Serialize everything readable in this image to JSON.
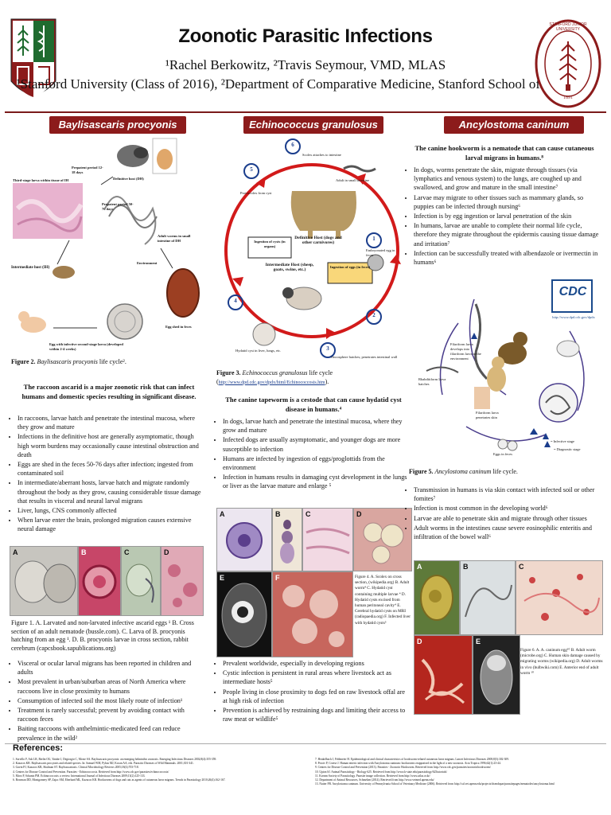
{
  "header": {
    "title": "Zoonotic Parasitic Infections",
    "authors": "¹Rachel Berkowitz, ²Travis Seymour, VMD, MLAS",
    "affiliations": "¹Stanford University (Class of 2016), ²Department of Comparative Medicine, Stanford School of Medicine",
    "right_seal_text": "STANFORD JUNIOR UNIVERSITY",
    "right_seal_year": "1891"
  },
  "col1": {
    "banner": "Baylisascaris procyonis",
    "diagram_labels": {
      "prepatent1": "Prepatent period 12-18 days",
      "definitive": "Definitive host (DH)",
      "prepatent2": "Prepatent period 50-76 days",
      "third_stage": "Third-stage larva within tissue of IH",
      "adult_worms": "Adult worms in small intestine of DH",
      "intermediate": "Intermediate host (IH)",
      "environment": "Environment",
      "egg_larva": "Egg with infective second-stage larva (developed within 2-4 weeks)",
      "egg_shed": "Egg shed in feces"
    },
    "fig2_caption_prefix": "Figure 2. ",
    "fig2_caption_italic": "Baylisascaris procyonis",
    "fig2_caption_rest": " life cycle².",
    "lead": "The raccoon ascarid is a major zoonotic risk that can infect humans and domestic species resulting in significant disease.",
    "bullets": [
      "In raccoons, larvae hatch and penetrate the intestinal mucosa, where they grow and mature",
      "Infections in the definitive host are generally asymptomatic, though high worm burdens may occasionally cause intestinal obstruction and death",
      "Eggs are shed in the feces 50-76 days after infection; ingested from contaminated soil",
      "In intermediate/aberrant hosts, larvae hatch and migrate randomly throughout the body as they grow, causing considerable tissue damage that results in visceral and neural larval migrans",
      "Liver, lungs, CNS commonly affected",
      "When larvae enter the brain, prolonged migration causes extensive neural damage"
    ],
    "fig1_labels": [
      "A",
      "B",
      "C",
      "D"
    ],
    "fig1_caption": "Figure 1. A. Larvated and non-larvated infective ascarid eggs ¹ B. Cross section of an adult nematode (bussle.com). C. Larva of B. procyonis hatching from an egg ¹. D. B. procyonis larvae in cross section, rabbit cerebrum (capcsbook.sapublications.org)",
    "bullets2": [
      "Visceral or ocular larval migrans has been reported in children and adults",
      "Most prevalent in urban/suburban areas of North America where raccoons live in close proximity to humans",
      "Consumption of infected soil the most likely route of infection¹",
      "Treatment is rarely successful; prevent by avoiding contact with raccoon feces",
      "Baiting raccoons with anthelmintic-medicated feed can reduce prevalence in the wild²"
    ]
  },
  "col2": {
    "banner": "Echinococcus granulosus",
    "cycle_labels": {
      "scolex": "Scolex attaches to intestine",
      "adult": "Adult in small intestine",
      "protoscolex": "Protoscolex from cyst",
      "ingestion_cysts": "Ingestion of cysts (in organs)",
      "definitive": "Definitive Host (dogs and other carnivores)",
      "ingestion_eggs": "Ingestion of eggs (in feces)",
      "embryonated": "Embryonated egg in feces",
      "intermediate": "Intermediate Host (sheep, goats, swine, etc.)",
      "hydatid": "Hydatid cyst in liver, lungs, etc.",
      "oncosphere": "Oncosphere hatches; penetrates intestinal wall",
      "numbers": [
        "1",
        "2",
        "3",
        "4",
        "5",
        "6"
      ]
    },
    "fig3_caption_prefix": "Figure 3. ",
    "fig3_caption_italic": "Echinococcus granulosus",
    "fig3_caption_rest": " life cycle (",
    "fig3_link": "http://www.dpd.cdc.gov/dpdx/html/Echinococcosis.htm",
    "fig3_caption_end": ").",
    "lead": "The canine tapeworm is a cestode that can cause hydatid cyst disease in humans.⁴",
    "bullets": [
      "In dogs, larvae hatch and penetrate the intestinal mucosa, where they grow and mature",
      "Infected dogs are usually asymptomatic, and younger dogs are more susceptible to infection",
      "Humans are infected by ingestion of eggs/proglottids from the environment",
      "Infection in humans results in damaging cyst development in the lungs or liver as the larvae mature and enlarge ⁵"
    ],
    "fig4_labels": [
      "A",
      "B",
      "C",
      "D",
      "E",
      "F"
    ],
    "fig4_caption": "Figure 4. A. Scolex on cross section, (wikipedia.org) B. Adult worm⁴ C. Hydatid cyst containing multiple larvae ⁴ D. Hydatid cysts excised from human peritoneal cavity⁴ E. Cerebral hydatid cysts on MRI (radiopaedia.org) F. Infected liver with hydatid cysts⁵",
    "bullets2": [
      "Prevalent worldwide, especially in developing regions",
      "Cystic infection is persistent in rural areas where livestock act as intermediate hosts⁵",
      "People living in close proximity to dogs fed on raw livestock offal are at high risk of infection",
      "Prevention is achieved by restraining dogs and limiting their access to raw meat or wildlife⁵"
    ]
  },
  "col3": {
    "banner": "Ancylostoma caninum",
    "lead": "The canine hookworm is a nematode that can cause cutaneous larval migrans in humans.⁸",
    "bullets": [
      "In dogs, worms penetrate the skin, migrate through tissues (via lymphatics and venous system) to the lungs, are coughed up and swallowed, and grow and mature in the small intestine⁷",
      "Larvae may migrate to other tissues such as mammary glands, so puppies can be infected through nursing⁶",
      "Infection is by egg ingestion or larval penetration of the skin",
      "In humans, larvae are unable to complete their normal life cycle, therefore they migrate throughout the epidermis causing tissue damage and irritation⁷",
      "Infection can be successfully treated with albendazole or ivermectin in humans⁶"
    ],
    "cdc_text": "CDC",
    "cdc_url": "http://www.dpd.cdc.gov/dpdx",
    "cycle_labels": {
      "filariform": "Filariform larva develops into filariform larva in the environment",
      "rhabditiform": "Rhabditiform larva hatches",
      "penetrates": "Filariform larva penetrates skin",
      "eggs": "Eggs in feces",
      "legend_infective": "= Infective stage",
      "legend_diagnostic": "= Diagnostic stage"
    },
    "fig5_caption_prefix": "Figure 5. ",
    "fig5_caption_italic": "Ancylostoma caninum",
    "fig5_caption_rest": " life cycle.",
    "bullets2": [
      "Transmission in humans is via skin contact with infected soil or other fomites⁷",
      "Infection is most common in the developing world⁶",
      "Larvae are able to penetrate skin and migrate through other tissues",
      "Adult worms in the intestines cause severe eosinophilic enteritis and infiltration of the bowel wall⁶"
    ],
    "fig6_labels": [
      "A",
      "B",
      "C",
      "D",
      "E"
    ],
    "fig6_caption": "Figure 6. A. A. caninum egg¹⁰ B. Adult worm (microbe.org) C. Human skin damage caused by migrating worms (wikipedia.org) D. Adult worms in vivo (bulbwiki.com) E. Anterior end of adult worm ¹⁰"
  },
  "references": {
    "heading": "References:",
    "left": [
      "1. Sorvillo F, Ash LR, Berlin OG, Yatabe J, Degiorgio C, Morse SA. Baylisascaris procyonis: an emerging helminthic zoonosis. Emerging Infectious Diseases 2002;8(4):355-359.",
      "2. Kazacos KR. Baylisascaris procyonis and related species. In: Samuel WM, Pybus MJ, Kocan AA, eds. Parasitic Diseases of Wild Mammals. 2001;301-341.",
      "3. Gavin PJ, Kazacos KR, Shulman ST. Baylisascariasis. Clinical Microbiology Reviews 2005;18(4):703-718.",
      "4. Centers for Disease Control and Prevention. Parasites - Echinococcosis. Retrieved from http://www.cdc.gov/parasites/echinococcosis/",
      "5. Moro P, Schantz PM. Echinococcosis: a review. International Journal of Infectious Diseases 2009;13(2):125-133.",
      "6. Bowman DD, Montgomery SP, Zajac AM, Eberhard ML, Kazacos KR. Hookworms of dogs and cats as agents of cutaneous larva migrans. Trends in Parasitology 2010;26(4):162-167."
    ],
    "right": [
      "7. Heukelbach J, Feldmeier H. Epidemiological and clinical characteristics of hookworm-related cutaneous larva migrans. Lancet Infectious Diseases 2008;8(5):302-309.",
      "8. Prociv P, Croese J. Human enteric infection with Ancylostoma caninum: hookworms reappraised in the light of a new zoonosis. Acta Tropica 1996;62(1):23-44.",
      "9. Centers for Disease Control and Prevention (2013). Parasites - Zoonotic Hookworm. Retrieved from http://www.cdc.gov/parasites/zoonotichookworm/",
      "10. Upton SJ. Animal Parasitology - Biology 625. Retrieved from http://www.k-state.edu/parasitology/625tutorials/",
      "11. Korean Society of Parasitology. Parasite image collection. Retrieved from http://www.atlas.or.kr/",
      "12. Department of Animal Resources, Schmeken (2014). Retrieved from http://www.vetmed.upenn.edu/",
      "13. Nutter FB. Ancylostoma caninum. University of Pennsylvania School of Veterinary Medicine (2006). Retrieved from http://cal.vet.upenn.edu/projects/dxendopar/parasitepages/nematodes/ancylostoma.html"
    ]
  }
}
